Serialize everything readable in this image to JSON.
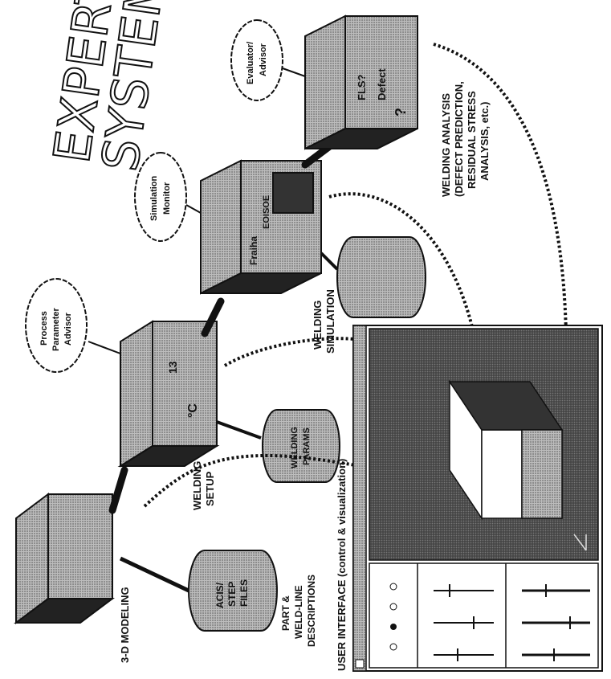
{
  "title_line1": "EXPERT",
  "title_line2": "SYSTEMS",
  "stages": [
    {
      "label": "3-D MODELING"
    },
    {
      "label_line1": "WELDING",
      "label_line2": "SETUP"
    },
    {
      "label_line1": "WELDING",
      "label_line2": "SIMULATION"
    },
    {
      "label_line1": "WELDING ANALYSIS",
      "label_line2": "(DEFECT PREDICTION,",
      "label_line3": "RESIDUAL STRESS",
      "label_line4": "ANALYSIS, etc.)"
    }
  ],
  "databases": [
    {
      "line1": "ACIS/",
      "line2": "STEP",
      "line3": "FILES",
      "caption_line1": "PART &",
      "caption_line2": "WELD-LINE",
      "caption_line3": "DESCRIPTIONS"
    },
    {
      "line1": "WELDING",
      "line2": "PARAMS"
    }
  ],
  "advisors": [
    {
      "line1": "Process",
      "line2": "Parameter",
      "line3": "Advisor"
    },
    {
      "line1": "Simulation",
      "line2": "Monitor"
    },
    {
      "line1": "Evaluator/",
      "line2": "Advisor"
    }
  ],
  "box_marks": {
    "setup_line1": "°C",
    "setup_line2": "13",
    "sim_box1": "Fraiha",
    "sim_box2": "EOISOE",
    "analysis_line1": "FLS?",
    "analysis_line2": "Defect",
    "analysis_q": "?"
  },
  "ui_label": "USER INTERFACE (control & visualization)",
  "colors": {
    "ink": "#111111",
    "panel": "#444444",
    "stipple": "#9a9a9a",
    "paper": "#ffffff"
  }
}
